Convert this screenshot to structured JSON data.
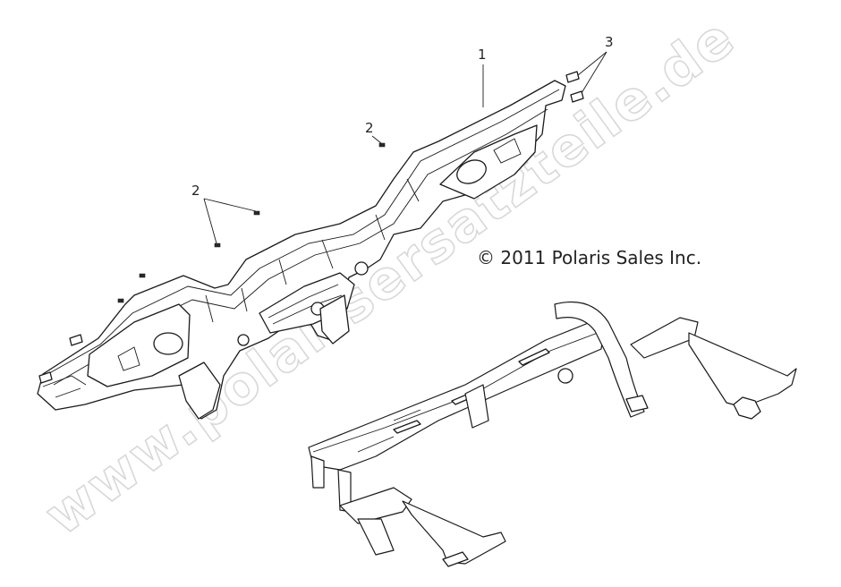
{
  "diagram": {
    "copyright": "© 2011 Polaris Sales Inc.",
    "watermark": "www.polarisersatzteile.de",
    "callouts": [
      {
        "id": "1",
        "label": "1"
      },
      {
        "id": "2a",
        "label": "2"
      },
      {
        "id": "2b",
        "label": "2"
      },
      {
        "id": "3",
        "label": "3"
      }
    ]
  }
}
